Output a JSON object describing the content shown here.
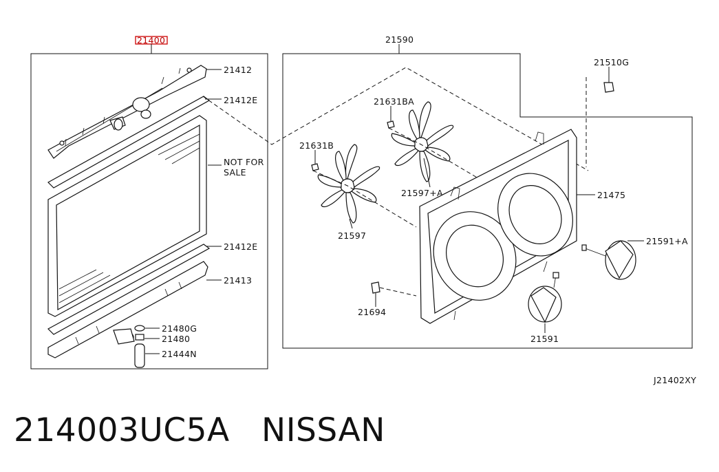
{
  "labels": {
    "assy_radiator": "21400",
    "radiator_left": "21412",
    "radiator_seal_e_upper": "21412E",
    "not_for_sale_1": "NOT FOR",
    "not_for_sale_2": "SALE",
    "radiator_seal_e_lower": "21412E",
    "radiator_right": "21413",
    "gasket_g": "21480G",
    "gasket": "21480",
    "hose_n": "21444N",
    "shroud_assy": "21590",
    "bolt_g": "21510G",
    "nut_ba": "21631BA",
    "nut_b": "21631B",
    "fan_a": "21597+A",
    "fan": "21597",
    "shroud": "21475",
    "motor_a": "21591+A",
    "bolt": "21694",
    "motor": "21591",
    "diagram_id": "J21402XY"
  },
  "footer": {
    "part_number": "214003UC5A",
    "brand": "NISSAN"
  },
  "colors": {
    "highlight": "#cc0000",
    "line": "#111111"
  }
}
